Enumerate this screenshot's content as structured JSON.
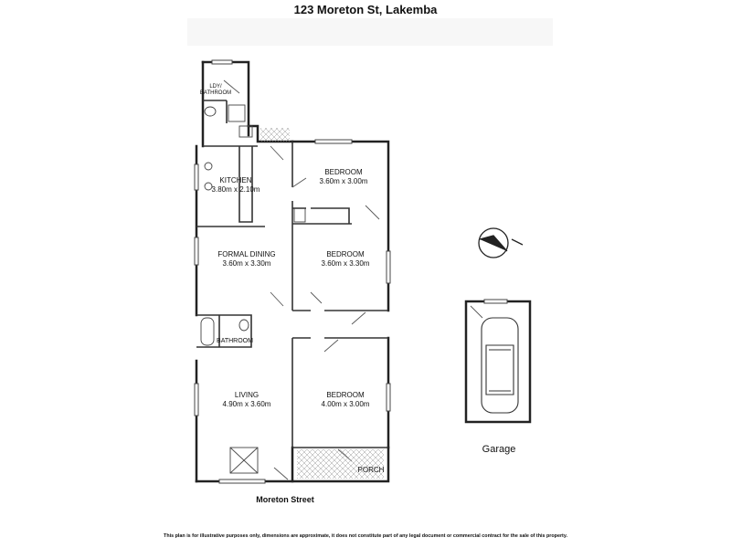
{
  "title": "123 Moreton St, Lakemba",
  "rooms": {
    "laundry_bathroom": {
      "line1": "LDY/",
      "line2": "BATHROOM"
    },
    "kitchen": {
      "name": "KITCHEN",
      "dims": "3.80m x 2.10m"
    },
    "bedroom1": {
      "name": "BEDROOM",
      "dims": "3.60m x 3.00m"
    },
    "bedroom2": {
      "name": "BEDROOM",
      "dims": "3.60m x 3.30m"
    },
    "formal_dining": {
      "name": "FORMAL DINING",
      "dims": "3.60m x 3.30m"
    },
    "bathroom": {
      "name": "BATHROOM"
    },
    "living": {
      "name": "LIVING",
      "dims": "4.90m x 3.60m"
    },
    "bedroom3": {
      "name": "BEDROOM",
      "dims": "4.00m x 3.00m"
    },
    "porch": {
      "name": "PORCH"
    }
  },
  "garage": {
    "label": "Garage"
  },
  "street": {
    "label": "Moreton Street"
  },
  "compass": {
    "icon": "compass-north-arrow-icon"
  },
  "disclaimer": "This plan is for illustrative purposes only, dimensions are approximate, it does not constitute part of any legal document or commercial contract for the sale of this property."
}
